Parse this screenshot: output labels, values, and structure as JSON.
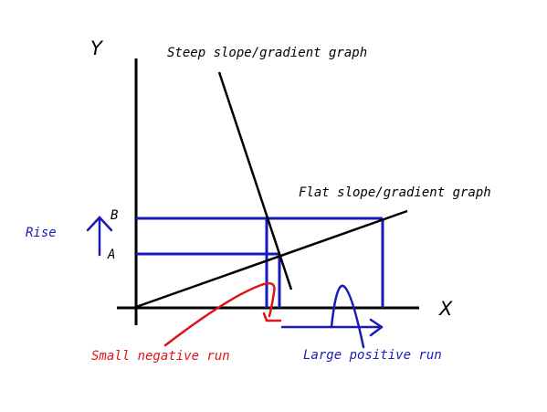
{
  "axes": {
    "x_label": "X",
    "y_label": "Y"
  },
  "graphs": {
    "steep_label": "Steep slope/gradient graph",
    "flat_label": "Flat slope/gradient graph"
  },
  "points": {
    "a_label": "A",
    "b_label": "B"
  },
  "rise": {
    "label": "Rise"
  },
  "runs": {
    "negative_label": "Small negative run",
    "positive_label": "Large positive run"
  },
  "colors": {
    "axes": "#000000",
    "lines": "#000000",
    "guides": "#1a1ab8",
    "negative": "#e01414",
    "positive": "#1a1ab8"
  }
}
